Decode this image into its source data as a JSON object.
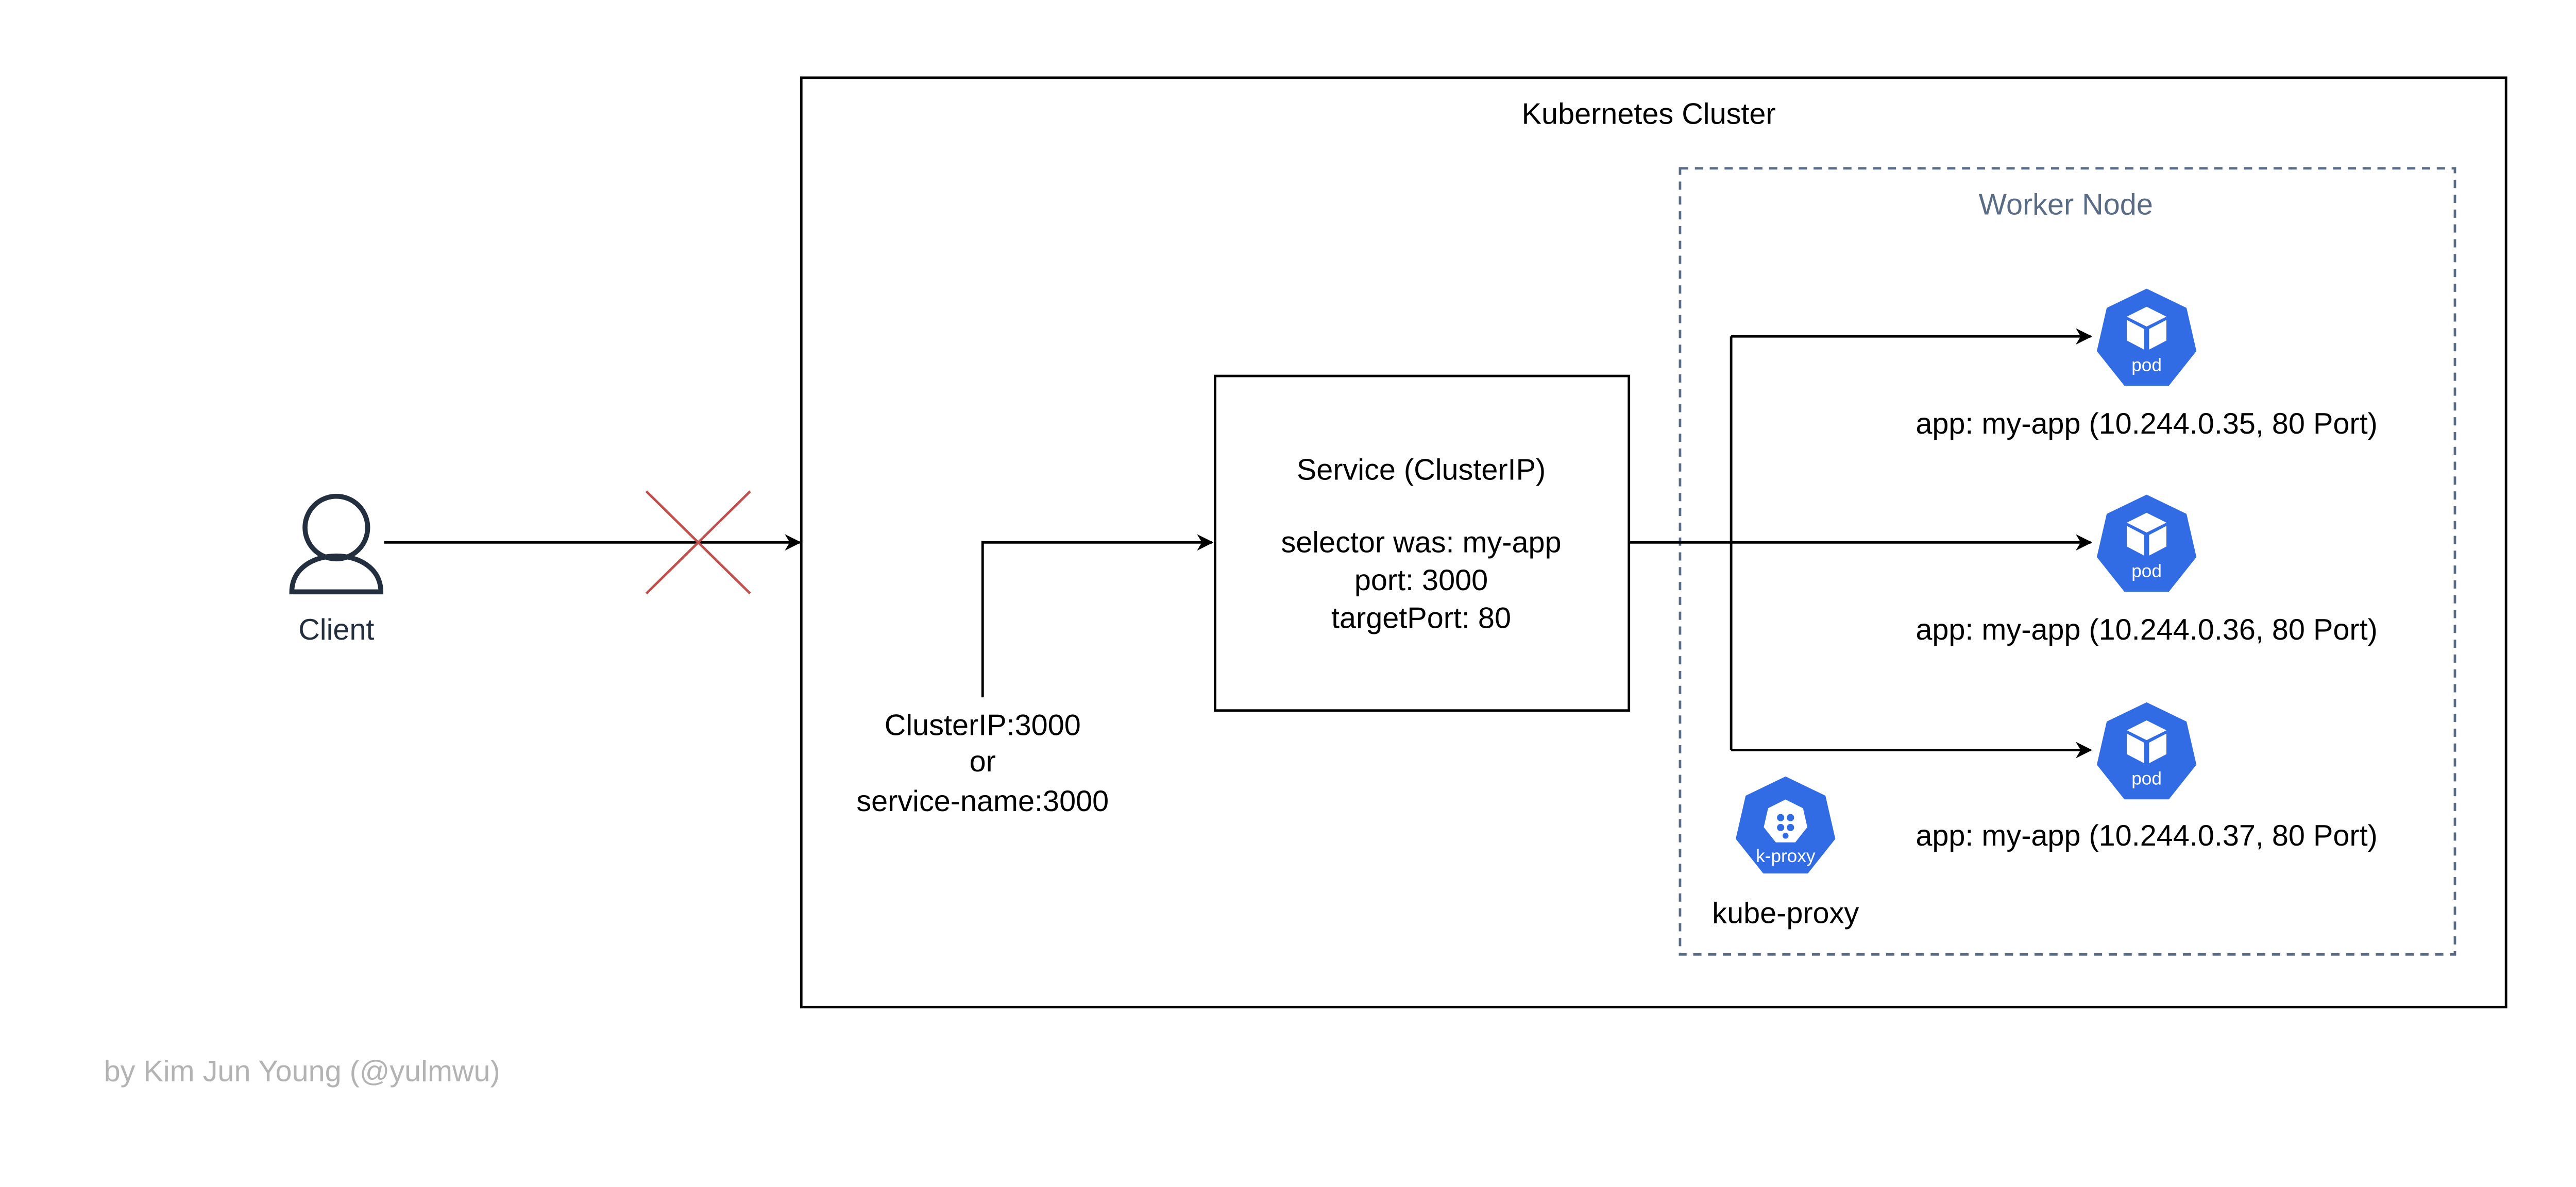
{
  "client": {
    "label": "Client"
  },
  "cluster": {
    "title": "Kubernetes Cluster"
  },
  "worker_node": {
    "title": "Worker Node"
  },
  "service": {
    "title": "Service (ClusterIP)",
    "selector": "selector was: my-app",
    "port": "port: 3000",
    "target_port": "targetPort: 80"
  },
  "access": {
    "line1": "ClusterIP:3000",
    "line2": "or",
    "line3": "service-name:3000"
  },
  "pods": [
    {
      "icon_text": "pod",
      "label": "app: my-app (10.244.0.35, 80 Port)"
    },
    {
      "icon_text": "pod",
      "label": "app: my-app (10.244.0.36, 80 Port)"
    },
    {
      "icon_text": "pod",
      "label": "app: my-app (10.244.0.37, 80 Port)"
    }
  ],
  "kube_proxy": {
    "icon_text": "k-proxy",
    "label": "kube-proxy"
  },
  "footer": {
    "credit": "by Kim Jun Young (@yulmwu)"
  },
  "colors": {
    "k8s_blue": "#326CE5",
    "blocked_x": "#C0504D",
    "client_icon": "#232F3E",
    "worker_node_label": "#5A6B86",
    "credit_text": "#B3B3B3",
    "stroke": "#000000"
  }
}
